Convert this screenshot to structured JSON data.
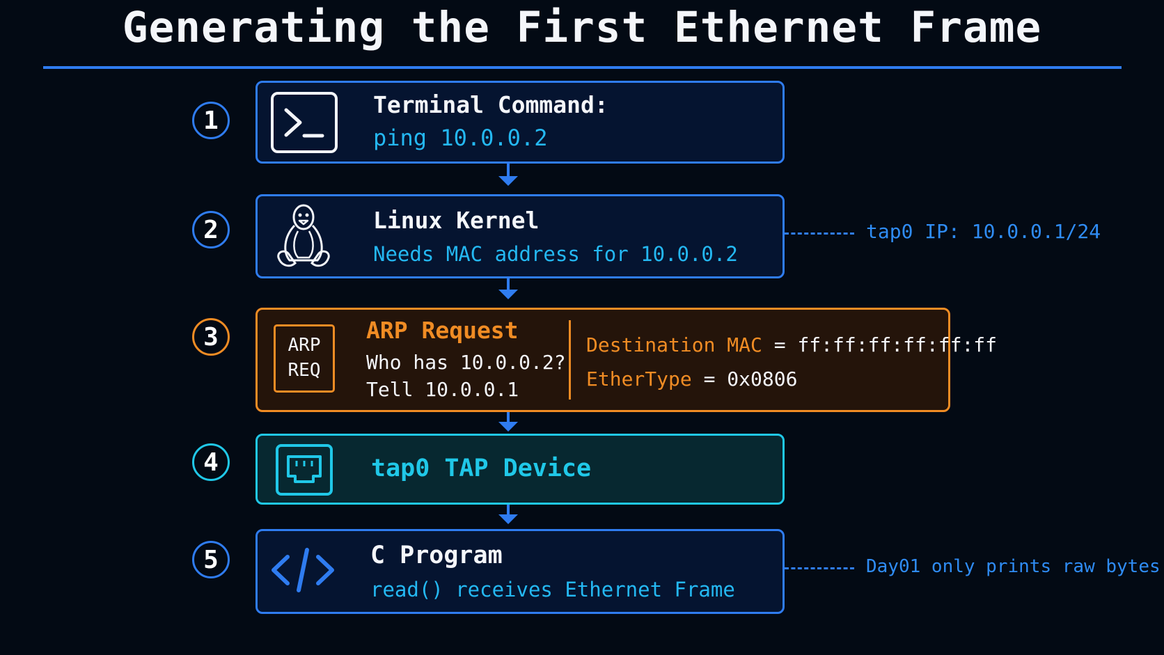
{
  "title": "Generating the First Ethernet Frame",
  "colors": {
    "background": "#030a14",
    "accent_blue": "#2f7cf0",
    "accent_orange": "#f08c24",
    "accent_cyan": "#20c8e8",
    "text_cyan": "#24b8f2"
  },
  "steps": [
    {
      "number": "1",
      "icon": "terminal-icon",
      "heading": "Terminal Command:",
      "subtext": "ping 10.0.0.2"
    },
    {
      "number": "2",
      "icon": "linux-penguin-icon",
      "heading": "Linux Kernel",
      "subtext": "Needs MAC address for 10.0.0.2",
      "note": "tap0 IP: 10.0.0.1/24"
    },
    {
      "number": "3",
      "icon": "arp-request-icon",
      "icon_line1": "ARP",
      "icon_line2": "REQ",
      "heading": "ARP Request",
      "line1": "Who has 10.0.0.2?",
      "line2": "Tell 10.0.0.1",
      "fields": [
        {
          "key": "Destination MAC",
          "value": "= ff:ff:ff:ff:ff:ff"
        },
        {
          "key": "EtherType",
          "value": "= 0x0806"
        }
      ]
    },
    {
      "number": "4",
      "icon": "network-port-icon",
      "heading": "tap0 TAP Device"
    },
    {
      "number": "5",
      "icon": "code-icon",
      "heading": "C Program",
      "subtext": "read() receives Ethernet Frame",
      "note": "Day01 only prints raw bytes"
    }
  ]
}
